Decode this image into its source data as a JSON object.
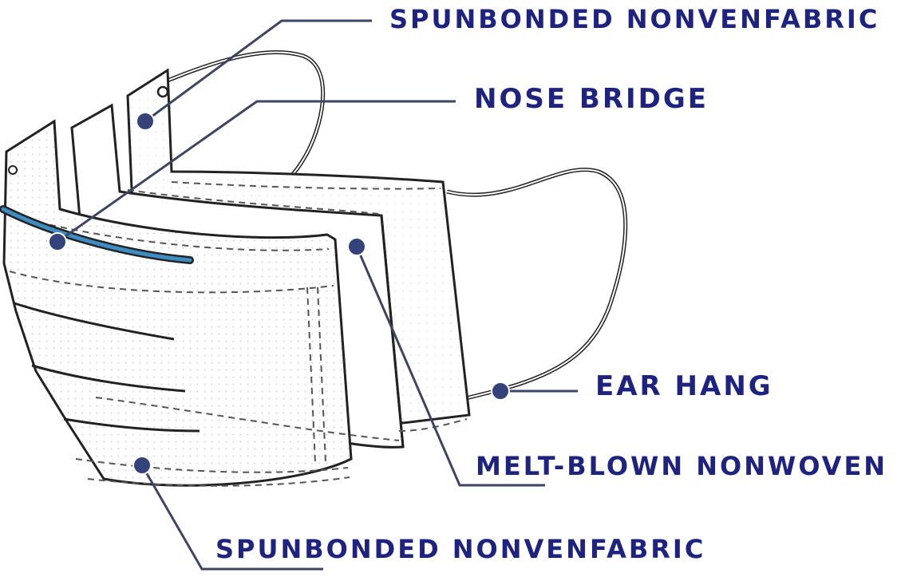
{
  "diagram": {
    "labels": {
      "outer_spunbond": "SPUNBONDED NONVENFABRIC",
      "nose_bridge": "NOSE BRIDGE",
      "ear_hang": "EAR HANG",
      "melt_blown": "MELT-BLOWN NONWOVEN",
      "inner_spunbond": "SPUNBONDED NONVENFABRIC"
    },
    "colors": {
      "label_text": "#1e2380",
      "leader_line": "#3d4560",
      "marker_dot": "#34437a",
      "nose_strip": "#3e8cc4",
      "outline": "#222222",
      "dashes": "#555555"
    },
    "icons": {
      "marker": "circle-marker",
      "subject": "face-mask-layers"
    }
  }
}
